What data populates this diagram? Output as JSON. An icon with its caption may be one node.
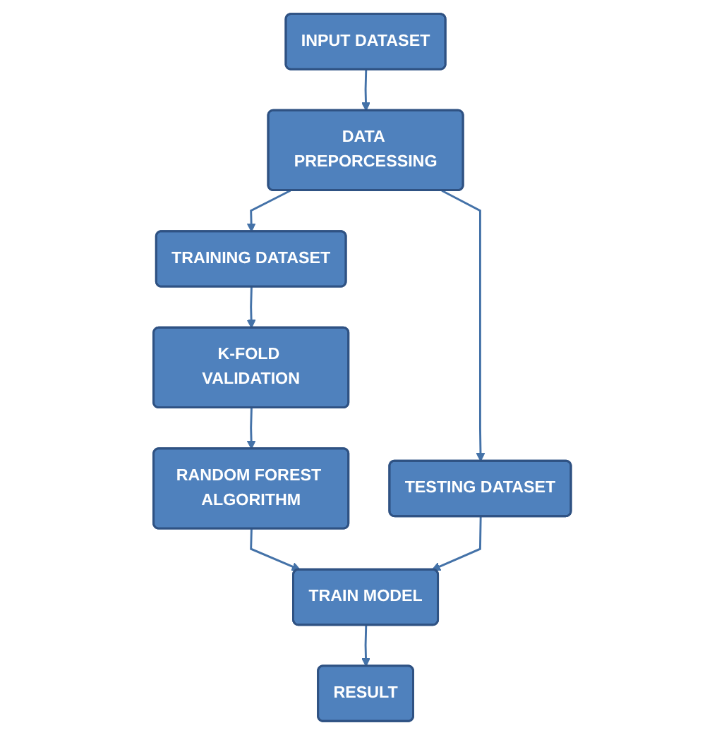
{
  "diagram": {
    "nodes": [
      {
        "text": [
          "INPUT DATASET"
        ]
      },
      {
        "text": [
          "DATA PREPORCESSING"
        ]
      },
      {
        "text": [
          "TRAINING DATASET"
        ]
      },
      {
        "text": [
          "TESTING DATASET"
        ]
      },
      {
        "text": [
          "K-FOLD VALIDATION"
        ]
      },
      {
        "text": [
          "RANDOM FOREST ALGORITHM"
        ]
      },
      {
        "text": [
          "TRAIN MODEL"
        ]
      },
      {
        "text": [
          "RESULT"
        ]
      }
    ],
    "edges": [
      {
        "from": 0,
        "to": 1,
        "arrow": "to"
      },
      {
        "from": 1,
        "to": 2,
        "arrow": "to"
      },
      {
        "from": 1,
        "to": 3,
        "arrow": "to"
      },
      {
        "from": 2,
        "to": 4,
        "arrow": "to"
      },
      {
        "from": 4,
        "to": 5,
        "arrow": "to"
      },
      {
        "from": 5,
        "to": 6,
        "arrow": "to"
      },
      {
        "from": 3,
        "to": 6,
        "arrow": "to"
      },
      {
        "from": 6,
        "to": 7,
        "arrow": "to"
      }
    ]
  }
}
